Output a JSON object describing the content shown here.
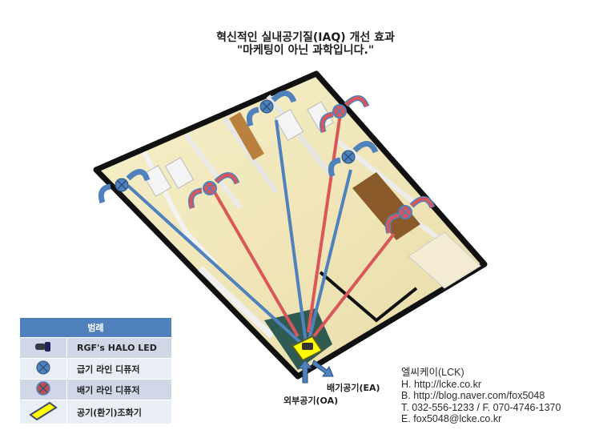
{
  "title": {
    "line1": "혁신적인 실내공기질(IAQ) 개선 효과",
    "line2": "\"마케팅이 아닌 과학입니다.\""
  },
  "legend": {
    "header": "범례",
    "items": [
      {
        "icon": "halo-led-icon",
        "label": "RGF's HALO LED"
      },
      {
        "icon": "supply-diffuser-icon",
        "label": "급기 라인 디퓨저",
        "color": "#4f81bd"
      },
      {
        "icon": "exhaust-diffuser-icon",
        "label": "배기 라인 디퓨저",
        "color": "#c0504d"
      },
      {
        "icon": "air-handler-icon",
        "label": "공기(환기)조화기",
        "color": "#ffff00"
      }
    ]
  },
  "flow_labels": {
    "exhaust_air": "배기공기(EA)",
    "outdoor_air": "외부공기(OA)"
  },
  "contact": {
    "company": "엘씨케이(LCK)",
    "homepage": "H. http://lcke.co.kr",
    "blog": "B. http://blog.naver.com/fox5048",
    "phone_fax": "T. 032-556-1233 / F. 070-4746-1370",
    "email": "E. fox5048@lcke.co.kr"
  },
  "colors": {
    "supply_line": "#4f81bd",
    "exhaust_line": "#d9575a",
    "legend_header": "#4f81bd",
    "air_handler": "#ffff00"
  }
}
